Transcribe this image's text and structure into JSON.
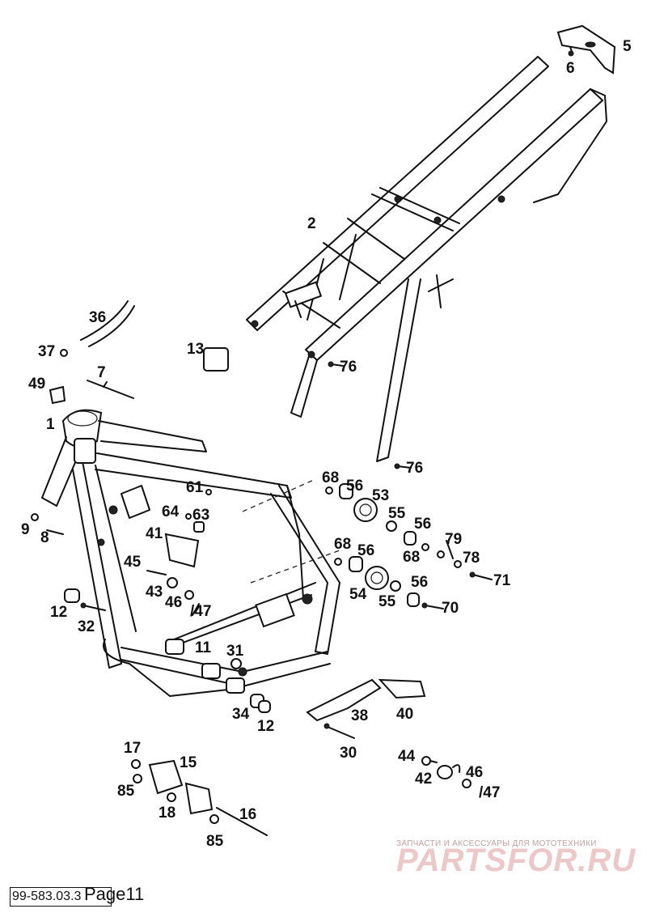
{
  "diagram": {
    "part_numbers": [
      "1",
      "2",
      "5",
      "6",
      "7",
      "8",
      "9",
      "11",
      "12",
      "12",
      "13",
      "15",
      "16",
      "17",
      "18",
      "30",
      "31",
      "32",
      "34",
      "36",
      "37",
      "38",
      "40",
      "41",
      "42",
      "43",
      "44",
      "45",
      "46",
      "/47",
      "46",
      "/47",
      "49",
      "53",
      "54",
      "55",
      "55",
      "56",
      "56",
      "56",
      "56",
      "61",
      "63",
      "64",
      "68",
      "68",
      "68",
      "70",
      "71",
      "76",
      "76",
      "78",
      "79",
      "85",
      "85"
    ]
  },
  "watermark": {
    "tagline": "ЗАПЧАСТИ И АКСЕССУАРЫ ДЛЯ МОТОТЕХНИКИ",
    "logo": "PARTSFOR.RU"
  },
  "footer": {
    "code": "99-583.03.3",
    "page": "Page11"
  }
}
